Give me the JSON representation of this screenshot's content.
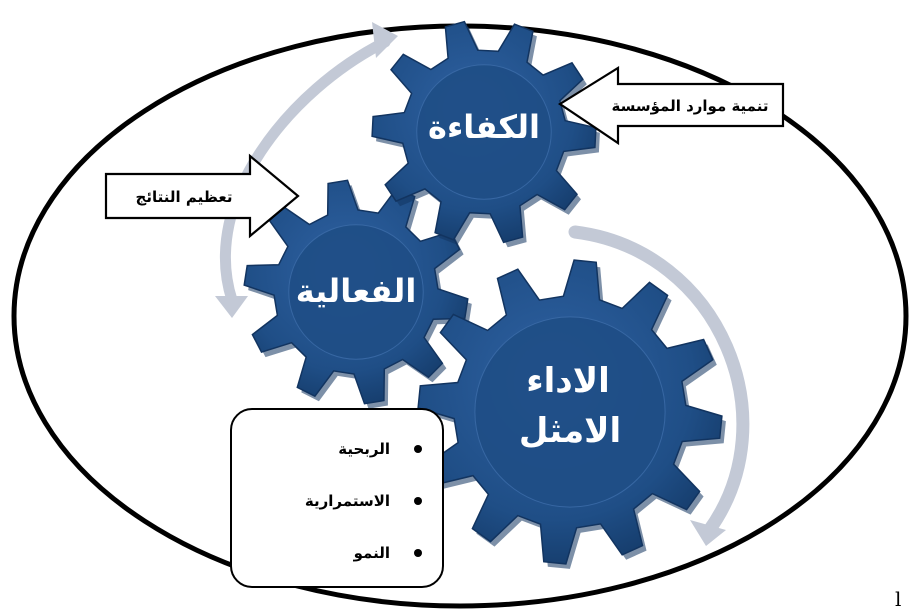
{
  "gears": {
    "efficiency": "الكفاءة",
    "effectiveness": "الفعالية",
    "optimal_performance_line1": "الاداء",
    "optimal_performance_line2": "الامثل"
  },
  "arrows": {
    "resources_development": "تنمية موارد المؤسسة",
    "results_maximization": "تعظيم النتائج"
  },
  "bullets": [
    "الربحية",
    "الاستمرارية",
    "النمو"
  ],
  "corner_letter": "l",
  "colors": {
    "gear_main": "#1f4e86",
    "gear_dark": "#123460",
    "gear_light": "#3a6aa6",
    "curved_arrow": "#c5cbd8",
    "outline": "#000000"
  }
}
